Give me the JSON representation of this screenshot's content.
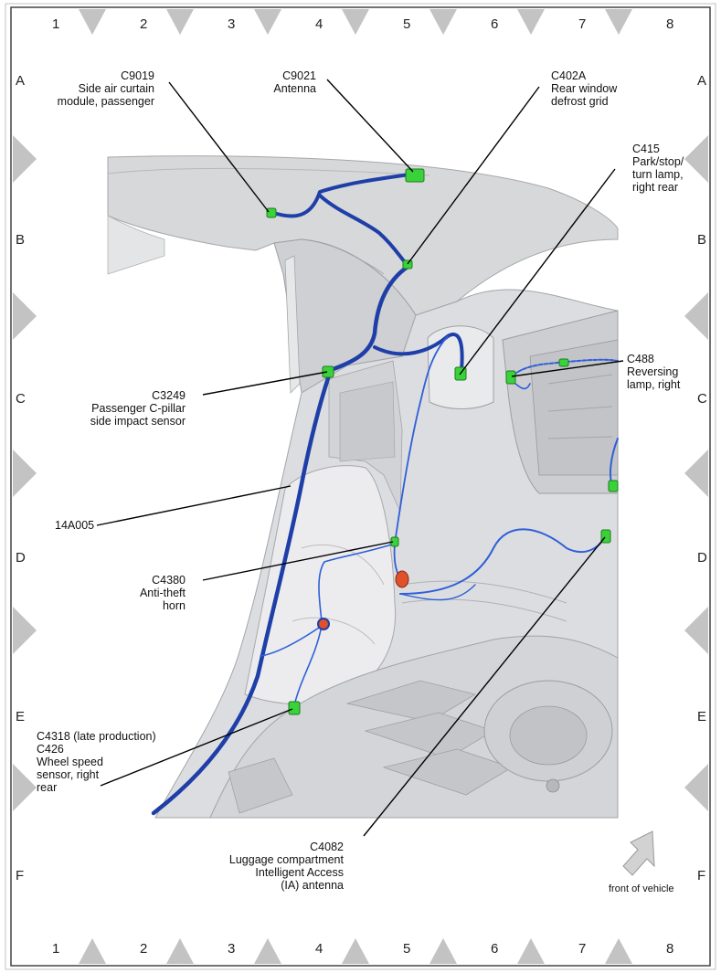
{
  "grid": {
    "columns": [
      "1",
      "2",
      "3",
      "4",
      "5",
      "6",
      "7",
      "8"
    ],
    "rows": [
      "A",
      "B",
      "C",
      "D",
      "E",
      "F"
    ]
  },
  "callouts": {
    "c9019": [
      "C9019",
      "Side air curtain",
      "module, passenger"
    ],
    "c9021": [
      "C9021",
      "Antenna"
    ],
    "c402a": [
      "C402A",
      "Rear window",
      "defrost grid"
    ],
    "c415": [
      "C415",
      "Park/stop/",
      "turn lamp,",
      "right rear"
    ],
    "c488": [
      "C488",
      "Reversing",
      "lamp, right"
    ],
    "c3249": [
      "C3249",
      "Passenger C-pillar",
      "side impact sensor"
    ],
    "h14a005": [
      "14A005"
    ],
    "c4380": [
      "C4380",
      "Anti-theft",
      "horn"
    ],
    "c4318": [
      "C4318 (late production)",
      "C426",
      "Wheel speed",
      "sensor, right",
      "rear"
    ],
    "c4082": [
      "C4082",
      "Luggage compartment",
      "Intelligent Access",
      "(IA) antenna"
    ]
  },
  "orientation": {
    "label": "front of vehicle"
  },
  "colors": {
    "harness": "#1f3fa8",
    "harness_thin": "#2f5fd8",
    "connector": "#3ad23a",
    "horn": "#e0502a",
    "body_panel": "#d9dadc",
    "marker": "#bdbdbd"
  }
}
